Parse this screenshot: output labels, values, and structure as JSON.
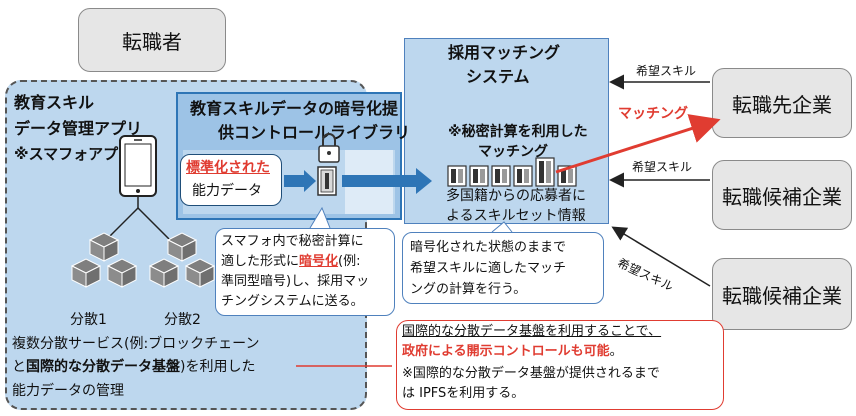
{
  "nodes": {
    "job_seeker": "転職者",
    "target_company": "転職先企業",
    "candidate_company_1": "転職候補企業",
    "candidate_company_2": "転職候補企業"
  },
  "edu_app": {
    "line1": "教育スキル",
    "line2": "データ管理アプリ",
    "line3": "※スマフォアプリ"
  },
  "library": {
    "line1": "教育スキルデータの暗号化提",
    "line2": "供コントロールライブラリ"
  },
  "standardized": {
    "highlight": "標準化された",
    "line2": "能力データ"
  },
  "matching_system": {
    "line1": "採用マッチング",
    "line2": "システム",
    "secure1": "※秘密計算を利用した",
    "secure2": "マッチング",
    "info1": "多国籍からの応募者に",
    "info2": "よるスキルセット情報"
  },
  "edge_labels": {
    "wish_skill_1": "希望スキル",
    "wish_skill_2": "希望スキル",
    "wish_skill_3": "希望スキル",
    "matching": "マッチング"
  },
  "phone_callout": {
    "line1": "スマフォ内で秘密計算に",
    "line2a": "適した形式に",
    "line2b": "暗号化",
    "line2c": "(例:",
    "line3": "準同型暗号)し、採用マッ",
    "line4": "チングシステムに送る。"
  },
  "match_callout": {
    "line1": "暗号化された状態のままで",
    "line2": "希望スキルに適したマッチ",
    "line3": "ングの計算を行う。"
  },
  "distributed": {
    "node1": "分散1",
    "node2": "分散2",
    "line1": "複数分散サービス(例:ブロックチェーン",
    "line2a": "と",
    "line2b": "国際的な分散データ基盤",
    "line2c": ")を利用した",
    "line3": "能力データの管理"
  },
  "infra_note": {
    "line1": "国際的な分散データ基盤を利用することで、",
    "line2": "政府による開示コントロールも可能",
    "line2end": "。",
    "line3": "※国際的な分散データ基盤が提供されるまで",
    "line4": "は IPFSを利用する。"
  },
  "colors": {
    "light_blue": "#bdd7ee",
    "mid_blue": "#9dc3e6",
    "dark_blue": "#2e75b6",
    "red": "#e03c31",
    "gray": "#e6e6e6"
  }
}
